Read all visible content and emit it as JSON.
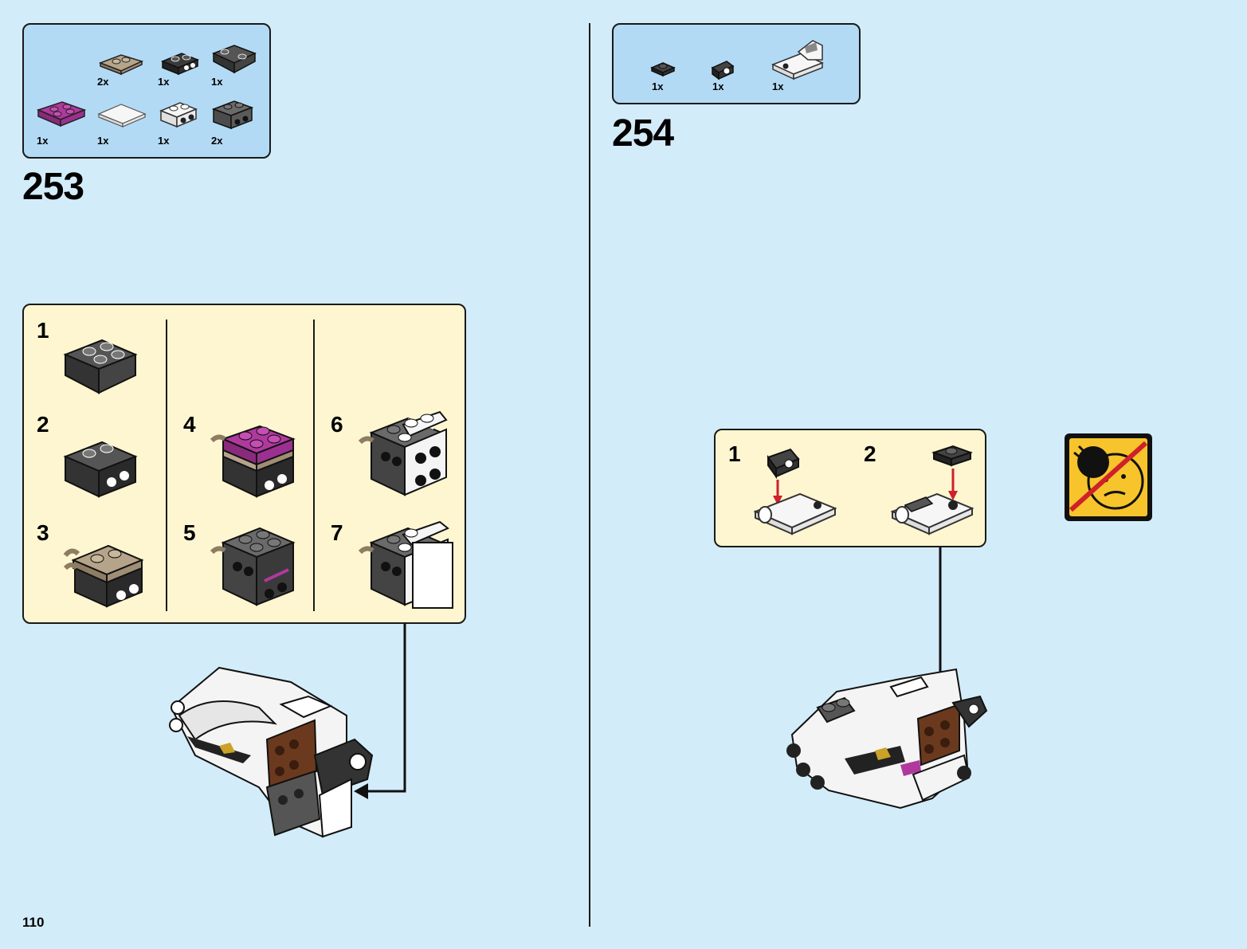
{
  "page": {
    "number": "110"
  },
  "step_253": {
    "number": "253",
    "parts": [
      {
        "qty": "2x",
        "color": "#b5a48a",
        "icon": "tan-clip-plate-icon"
      },
      {
        "qty": "1x",
        "color": "#3a3a3a",
        "icon": "black-bracket-icon"
      },
      {
        "qty": "1x",
        "color": "#555555",
        "icon": "dark-inverted-slope-icon"
      },
      {
        "qty": "1x",
        "color": "#b0399e",
        "icon": "magenta-plate-icon"
      },
      {
        "qty": "1x",
        "color": "#f4f4f4",
        "icon": "white-tile-icon"
      },
      {
        "qty": "1x",
        "color": "#f4f4f4",
        "icon": "white-bracket-icon"
      },
      {
        "qty": "2x",
        "color": "#6a6a6a",
        "icon": "dark-grey-brick-icon"
      }
    ],
    "substeps": [
      "1",
      "2",
      "3",
      "4",
      "5",
      "6",
      "7"
    ]
  },
  "step_254": {
    "number": "254",
    "parts": [
      {
        "qty": "1x",
        "color": "#3a3a3a",
        "icon": "black-round-plate-icon"
      },
      {
        "qty": "1x",
        "color": "#555555",
        "icon": "dark-clip-icon"
      },
      {
        "qty": "1x",
        "color": "#f4f4f4",
        "icon": "white-subassembly-icon"
      }
    ],
    "substeps": [
      "1",
      "2"
    ]
  },
  "warning": {
    "icon": "no-small-parts-warning-icon",
    "color": "#f7c52b"
  },
  "colors": {
    "background": "#d3ecfa",
    "parts_panel": "#b3daf4",
    "substep_panel": "#fef6d0",
    "arrow_red": "#d0202a"
  }
}
